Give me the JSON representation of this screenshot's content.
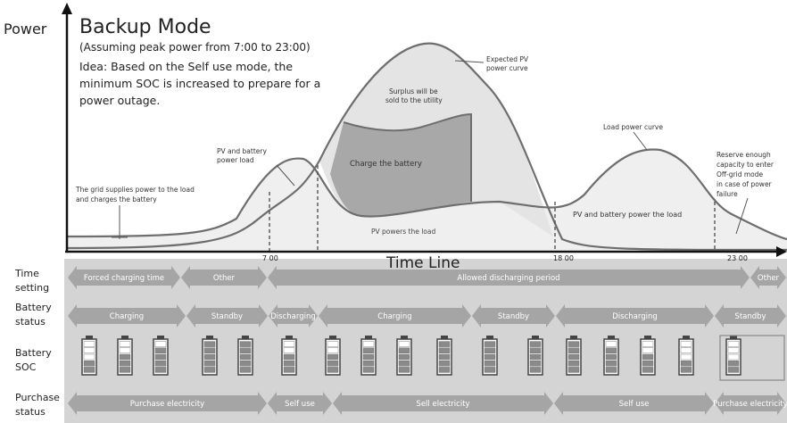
{
  "chart": {
    "title": "Backup Mode",
    "subtitle": "(Assuming peak power from 7:00 to 23:00)",
    "idea_lines": [
      "Idea: Based on the Self use mode, the",
      "minimum SOC is increased to prepare for a",
      "power outage."
    ],
    "y_axis_label": "Power",
    "x_axis_label": "Time Line",
    "ticks": [
      "7 00",
      "18 00",
      "23 00"
    ]
  },
  "annotations": {
    "expected_pv": [
      "Expected PV",
      "power curve"
    ],
    "surplus": [
      "Surplus will be",
      "sold to the utility"
    ],
    "charge_battery": "Charge the battery",
    "load_power_curve": "Load power curve",
    "pv_battery_load": [
      "PV and battery",
      "power load"
    ],
    "grid_supplies": [
      "The grid supplies power to the load",
      "and charges the battery"
    ],
    "pv_powers_load": "PV powers the load",
    "pv_battery_power_load": "PV and battery power the load",
    "reserve": [
      "Reserve enough",
      "capacity to enter",
      "Off-grid mode",
      "in case of power",
      "failure"
    ]
  },
  "rows": {
    "time_setting": {
      "label": [
        "Time",
        "setting"
      ],
      "segments": [
        "Forced charging time",
        "Other",
        "Allowed discharging period",
        "Other"
      ]
    },
    "battery_status": {
      "label": [
        "Battery",
        "status"
      ],
      "segments": [
        "Charging",
        "Standby",
        "Discharging",
        "Charging",
        "Standby",
        "Discharging",
        "Standby"
      ]
    },
    "battery_soc": {
      "label": [
        "Battery",
        "SOC"
      ],
      "levels": [
        0.4,
        0.6,
        0.8,
        1.0,
        1.0,
        0.6,
        0.6,
        0.8,
        0.8,
        1.0,
        1.0,
        1.0,
        1.0,
        0.8,
        0.6,
        0.4,
        0.4
      ]
    },
    "purchase_status": {
      "label": [
        "Purchase",
        "status"
      ],
      "segments": [
        "Purchase electricity",
        "Self use",
        "Sell electricity",
        "Self use",
        "Purchase electricity"
      ]
    }
  },
  "colors": {
    "band_bg": "#d4d4d4",
    "arrow": "#a5a5a5",
    "curve": "#6e6e6e",
    "charge_fill": "#a8a8a8",
    "surplus_fill": "#e4e4e4",
    "load_fill": "#efefef"
  }
}
